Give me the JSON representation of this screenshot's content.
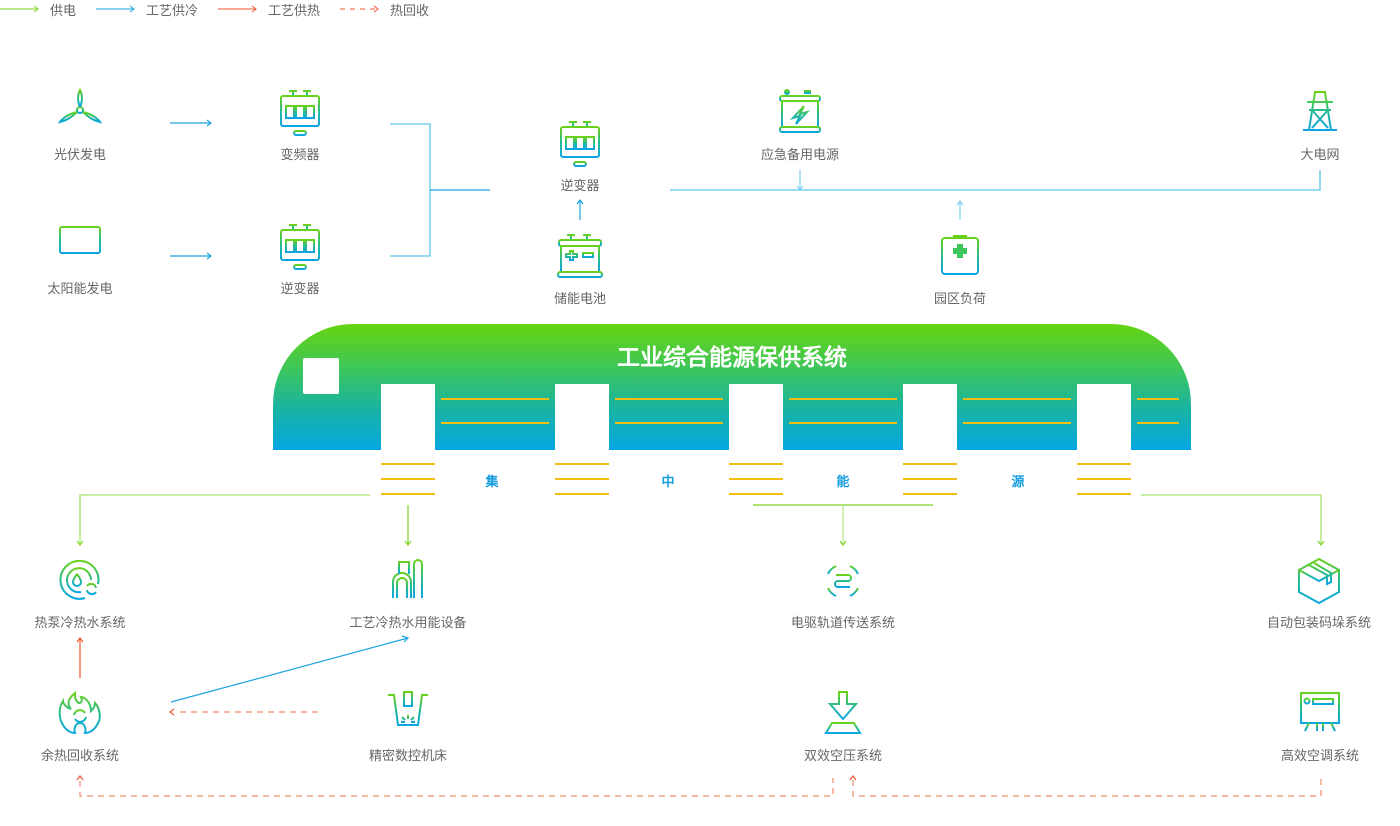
{
  "legend": [
    {
      "label": "供电",
      "color": "#7ed321",
      "style": "solid"
    },
    {
      "label": "工艺供冷",
      "color": "#1ea3e0",
      "style": "solid"
    },
    {
      "label": "工艺供热",
      "color": "#f0562e",
      "style": "solid"
    },
    {
      "label": "热回收",
      "color": "#f0562e",
      "style": "dashed"
    }
  ],
  "supply_nodes": {
    "wind": {
      "label": "光伏发电",
      "icon": "wind-turbine-icon"
    },
    "solar": {
      "label": "太阳能发电",
      "icon": "solar-panel-icon"
    },
    "vfd": {
      "label": "变频器",
      "icon": "frequency-converter-icon"
    },
    "inverter_left": {
      "label": "逆变器",
      "icon": "inverter-icon"
    },
    "inverter_center": {
      "label": "逆变器",
      "icon": "inverter-icon"
    },
    "storage_battery": {
      "label": "储能电池",
      "icon": "battery-icon"
    },
    "emergency_power": {
      "label": "应急备用电源",
      "icon": "backup-power-icon"
    },
    "park_load": {
      "label": "园区负荷",
      "icon": "clipboard-load-icon"
    },
    "grid": {
      "label": "大电网",
      "icon": "power-tower-icon"
    }
  },
  "banner": {
    "title": "工业综合能源保供系统",
    "segments": [
      "集",
      "中",
      "能",
      "源"
    ]
  },
  "consumer_nodes": {
    "heat_pump": {
      "label": "热泵冷热水系统",
      "icon": "heat-pump-icon"
    },
    "process_water": {
      "label": "工艺冷热水用能设备",
      "icon": "process-equipment-icon"
    },
    "rail_conveyor": {
      "label": "电驱轨道传送系统",
      "icon": "rail-conveyor-icon"
    },
    "auto_packing": {
      "label": "自动包装码垛系统",
      "icon": "package-box-icon"
    },
    "waste_heat": {
      "label": "余热回收系统",
      "icon": "flame-recycle-icon"
    },
    "cnc": {
      "label": "精密数控机床",
      "icon": "cnc-machine-icon"
    },
    "air_compressor": {
      "label": "双效空压系统",
      "icon": "compressor-icon"
    },
    "hvac": {
      "label": "高效空调系统",
      "icon": "air-conditioner-icon"
    }
  },
  "colors": {
    "power": "#7ed321",
    "cooling": "#1ea3e0",
    "heating": "#f0562e",
    "recovery": "#f08a6e",
    "banner_top": "#66d40f",
    "banner_bottom": "#04a7e3",
    "stripe": "#f0bf12"
  }
}
